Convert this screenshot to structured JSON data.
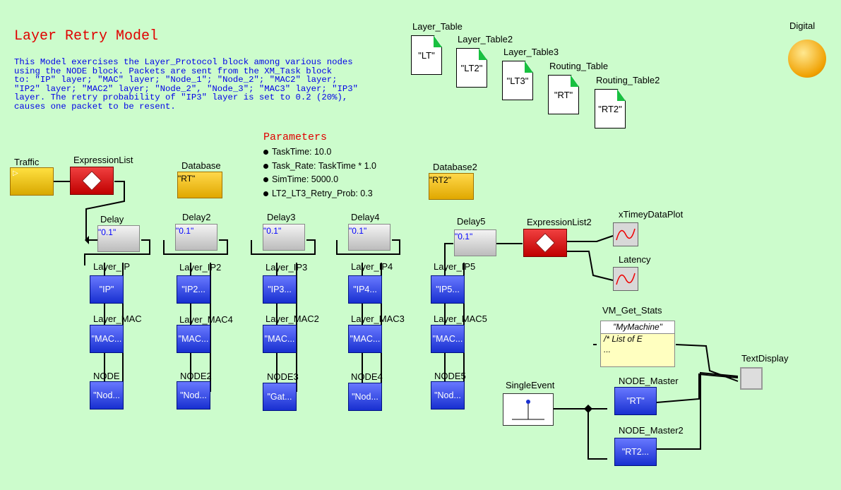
{
  "title": "Layer Retry Model",
  "description": [
    "This Model exercises the Layer_Protocol block among various nodes",
    "using the NODE block.  Packets are sent from the XM_Task block",
    "to: \"IP\" layer; \"MAC\" layer; \"Node_1\"; \"Node_2\"; \"MAC2\" layer;",
    "\"IP2\" layer; \"MAC2\" layer; \"Node_2\", \"Node_3\"; \"MAC3\" layer; \"IP3\"",
    "layer.  The retry probability of \"IP3\" layer is set to 0.2 (20%),",
    "causes one packet to be resent."
  ],
  "parameters": {
    "title": "Parameters",
    "items": [
      "TaskTime: 10.0",
      "Task_Rate: TaskTime * 1.0",
      "SimTime: 5000.0",
      "LT2_LT3_Retry_Prob: 0.3"
    ]
  },
  "tables": [
    {
      "label": "Layer_Table",
      "value": "\"LT\""
    },
    {
      "label": "Layer_Table2",
      "value": "\"LT2\""
    },
    {
      "label": "Layer_Table3",
      "value": "\"LT3\""
    },
    {
      "label": "Routing_Table",
      "value": "\"RT\""
    },
    {
      "label": "Routing_Table2",
      "value": "\"RT2\""
    }
  ],
  "digital_label": "Digital",
  "traffic": {
    "label": "Traffic",
    "icon": "▷"
  },
  "expression_list": {
    "label": "ExpressionList"
  },
  "expression_list2": {
    "label": "ExpressionList2"
  },
  "databases": [
    {
      "label": "Database",
      "value": "\"RT\""
    },
    {
      "label": "Database2",
      "value": "\"RT2\""
    }
  ],
  "columns": [
    {
      "delay": "Delay",
      "delay_value": "\"0.1\"",
      "ip": "Layer_IP",
      "ip_value": "\"IP\"",
      "mac": "Layer_MAC",
      "mac_value": "\"MAC...",
      "node": "NODE",
      "node_value": "\"Nod..."
    },
    {
      "delay": "Delay2",
      "delay_value": "\"0.1\"",
      "ip": "Layer_IP2",
      "ip_value": "\"IP2...",
      "mac": "Layer_MAC4",
      "mac_value": "\"MAC...",
      "node": "NODE2",
      "node_value": "\"Nod..."
    },
    {
      "delay": "Delay3",
      "delay_value": "\"0.1\"",
      "ip": "Layer_IP3",
      "ip_value": "\"IP3...",
      "mac": "Layer_MAC2",
      "mac_value": "\"MAC...",
      "node": "NODE3",
      "node_value": "\"Gat..."
    },
    {
      "delay": "Delay4",
      "delay_value": "\"0.1\"",
      "ip": "Layer_IP4",
      "ip_value": "\"IP4...",
      "mac": "Layer_MAC3",
      "mac_value": "\"MAC...",
      "node": "NODE4",
      "node_value": "\"Nod..."
    },
    {
      "delay": "Delay5",
      "delay_value": "\"0.1\"",
      "ip": "Layer_IP5",
      "ip_value": "\"IP5...",
      "mac": "Layer_MAC5",
      "mac_value": "\"MAC...",
      "node": "NODE5",
      "node_value": "\"Nod..."
    }
  ],
  "plots": [
    {
      "label": "xTimeyDataPlot"
    },
    {
      "label": "Latency"
    }
  ],
  "vm_get_stats": {
    "label": "VM_Get_Stats",
    "machine": "\"MyMachine\"",
    "line1": "/* List of E",
    "line2": "..."
  },
  "text_display": {
    "label": "TextDisplay"
  },
  "single_event": {
    "label": "SingleEvent"
  },
  "node_master": {
    "label": "NODE_Master",
    "value": "\"RT\""
  },
  "node_master2": {
    "label": "NODE_Master2",
    "value": "\"RT2..."
  },
  "colors": {
    "background": "#ccfccc",
    "title": "#e00000",
    "description": "#0000e8",
    "layer_block": "#2a40e0",
    "expression_block": "#d00000"
  }
}
